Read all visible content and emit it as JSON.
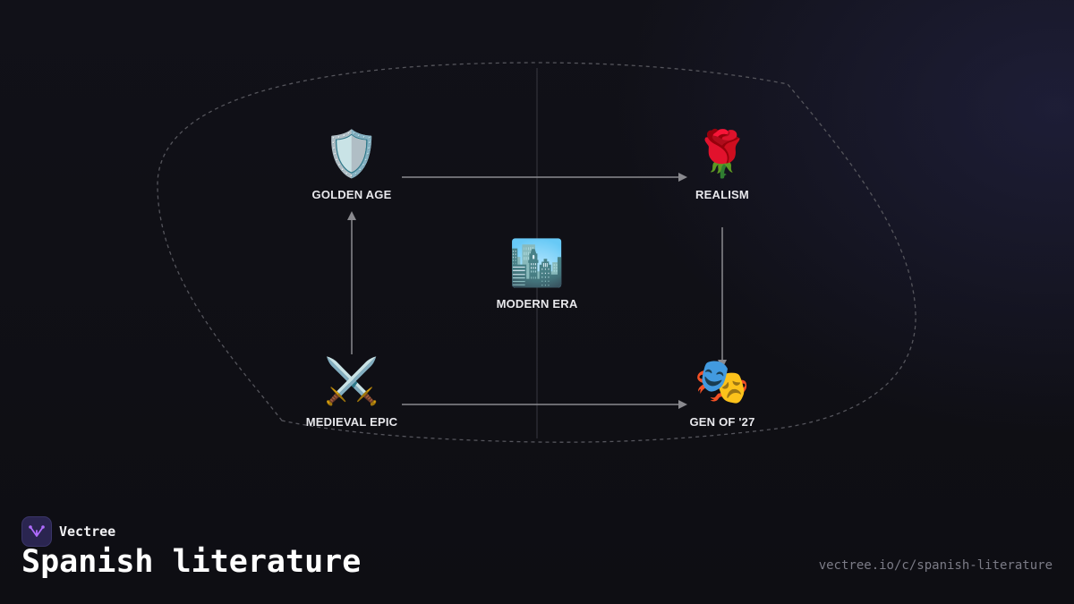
{
  "brand": {
    "name": "Vectree",
    "logo_icon": "vectree-branch-icon",
    "logo_color": "#2a2550",
    "logo_mark_color": "#b06cff"
  },
  "title": "Spanish literature",
  "url": "vectree.io/c/spanish-literature",
  "nodes": {
    "golden_age": {
      "label": "GOLDEN AGE",
      "icon": "🛡️"
    },
    "realism": {
      "label": "REALISM",
      "icon": "🌹"
    },
    "modern_era": {
      "label": "MODERN ERA",
      "icon": "🏙️"
    },
    "medieval_epic": {
      "label": "MEDIEVAL EPIC",
      "icon": "⚔️"
    },
    "gen_of_27": {
      "label": "GEN OF '27",
      "icon": "🎭"
    }
  },
  "edges": [
    {
      "from": "medieval_epic",
      "to": "golden_age"
    },
    {
      "from": "golden_age",
      "to": "realism"
    },
    {
      "from": "realism",
      "to": "gen_of_27"
    },
    {
      "from": "medieval_epic",
      "to": "gen_of_27"
    }
  ],
  "colors": {
    "background": "#0f0f14",
    "edge": "#8a8a8f",
    "boundary": "#55555c",
    "label": "#e8e8ec"
  }
}
